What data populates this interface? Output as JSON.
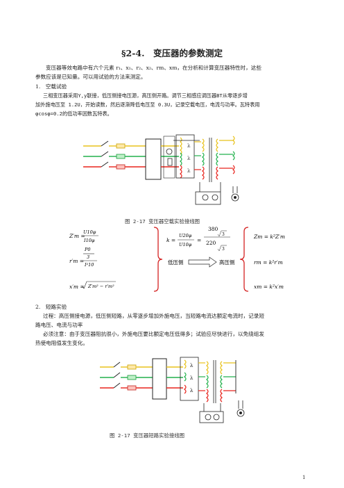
{
  "section_title": "§2-4.　变压器的参数测定",
  "intro_line1": "变压器等效电路中有六个元素 r₁、x₁、r₂、x₂、rm、xm，在分析和计算变压器特性时，这些",
  "intro_line2": "参数应该是已知量。可以用试验的方法来测定。",
  "sub1_heading": "1.　空载试验",
  "sub1_line1": "三相变压器采用Y,y联接，低压侧接电压源，高压侧开路。调节三相感应调压器BT从零逐步增",
  "sub1_line2": "加外施电压至 1.2U，开始读数，然后逐渐降低电压至 0.3U，记录空载电压，电流与功率。瓦特表用",
  "sub1_line3": "φcosφ=0.2的低功率因数瓦特表。",
  "figure1_caption": "图 2-17 变压器空载实验接线图",
  "formulas": {
    "zm_lhs": "Z′m =",
    "u10": "U10φ",
    "i10": "I10φ",
    "rm_lhs": "r′m =",
    "p0": "P0",
    "three": "3",
    "i10sq": "I²10",
    "xm_lhs": "x′m =",
    "xm_rhs": "Z′m² − r′m²",
    "k_lhs": "k =",
    "u20": "U20φ",
    "v380": "380",
    "v220": "220",
    "low_side": "低压侧",
    "high_side": "高压侧",
    "zm_conv": "Zm = k²Z′m",
    "rm_conv": "rm = k²r′m",
    "xm_conv": "xm = k²x′m"
  },
  "sub2_heading": "2.　短路实验",
  "sub2_line1": "过程：高压侧接电源，低压侧短路，从零逐步增加外施电压，当短路电流达额定电流时，记录短",
  "sub2_line2": "路电压、电流与功率",
  "sub2_line3": "必须注意：由于变压器阻抗很小，外施电压要比额定电压低得多；试验应尽快进行，以免绕组发",
  "sub2_line4": "热使电阻值发生变化。",
  "figure2_caption": "图 2-17 变压器短路实验接线图",
  "page_number": "1",
  "colors": {
    "phase_a": "#e8c21a",
    "phase_b": "#22b14c",
    "phase_c": "#e8231c",
    "brace": "#d42020"
  }
}
